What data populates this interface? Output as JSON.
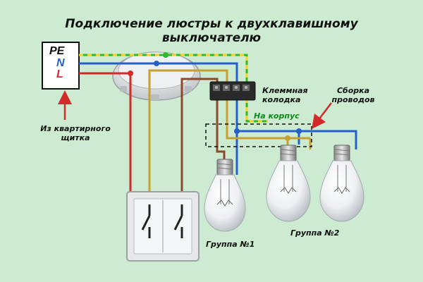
{
  "title": {
    "line1": "Подключение люстры к двухклавишному",
    "line2": "выключателю"
  },
  "panel": {
    "pe": "PE",
    "n": "N",
    "l": "L",
    "source_label_1": "Из квартирного",
    "source_label_2": "щитка"
  },
  "terminal": {
    "label_1": "Клеммная",
    "label_2": "колодка",
    "ground_label": "На корпус"
  },
  "bundle": {
    "label_1": "Сборка",
    "label_2": "проводов"
  },
  "groups": {
    "group1": "Группа №1",
    "group2": "Группа №2"
  },
  "colors": {
    "background": "#cdebd0",
    "pe_wire": "#2dbb2d",
    "pe_stripe": "#f2d21e",
    "neutral_wire": "#2560c8",
    "live_wire": "#d42a2a",
    "switched_wire_1": "#c8a030",
    "switched_wire_2": "#8b4a2a",
    "arrow": "#d42a2a"
  }
}
